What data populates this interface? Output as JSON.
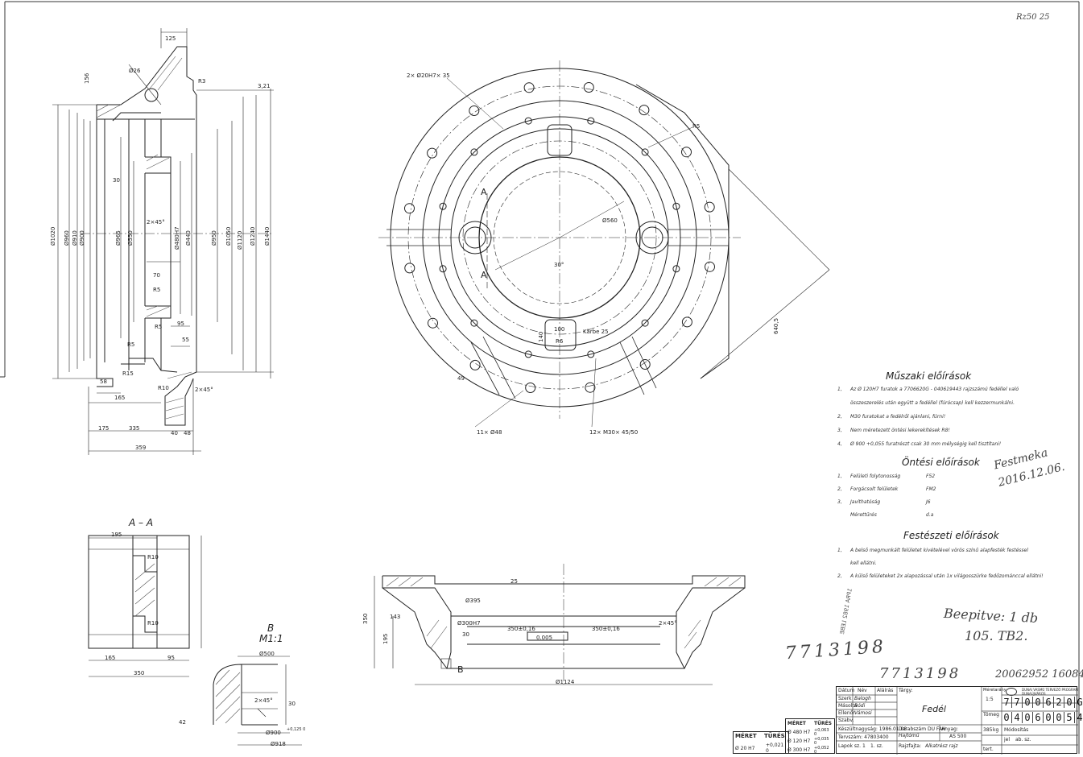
{
  "page": {
    "corner_ref": "Rz50  25",
    "handwritten_id_left": "7713198",
    "handwritten_id_right": "7713198",
    "handwritten_serial": "20062952 16084",
    "beepitve_note": "Beepitve: 1 db",
    "beepitve_note2": "105. TB2.",
    "festes_note": "Festmeka 2016.12.06.",
    "stamp_text": "1PRA 1982 LEBE"
  },
  "views": {
    "section_aa_title": "A – A",
    "detail_b_title": "B",
    "detail_b_scale": "M1:1",
    "cut_label_a": "A",
    "detail_marker_b": "B"
  },
  "dimensions": {
    "side": {
      "top_width": "125",
      "chamfer_r": "R3",
      "hole_d": "Ø26",
      "v_156": "156",
      "v_321": "3,21",
      "d1020": "Ø1020",
      "d960": "Ø960",
      "d910": "Ø910",
      "d900": "Ø900",
      "d805": "Ø965",
      "d550": "Ø550",
      "d480": "Ø480H7",
      "d440": "Ø440",
      "d950": "Ø950",
      "d1050": "Ø1050",
      "d1120": "Ø1120",
      "d1240": "Ø1240",
      "d1440": "Ø1440",
      "w30": "30",
      "cham": "2×45°",
      "w70": "70",
      "r5a": "R5",
      "r5b": "R5",
      "r5c": "R5",
      "w95": "95",
      "w55": "55",
      "r15": "R15",
      "w58": "58",
      "w165": "165",
      "r10": "R10",
      "cham2": "2×45°",
      "w175": "175",
      "w335": "335",
      "w40": "40",
      "w48": "48",
      "w359": "359"
    },
    "plan": {
      "holes_top": "2× Ø20H7× 35",
      "r5": "R5",
      "d560": "Ø560",
      "ang": "30°",
      "w100": "100",
      "r6": "R6",
      "karbe": "Kärbe 25",
      "v140": "140",
      "h49": "49",
      "holes_bottom_l": "11× Ø48",
      "holes_bottom_r": "12× M30× 45/50",
      "radial": "640,5"
    },
    "aa": {
      "w195": "195",
      "r10a": "R10",
      "r10b": "R10",
      "w165": "165",
      "w350": "350",
      "w95": "95"
    },
    "detail_b": {
      "d500": "Ø500",
      "cham": "2×45°",
      "w30": "30",
      "d900": "Ø900",
      "tol": "+0,125 0",
      "d918": "Ø918",
      "w42": "42"
    },
    "front": {
      "w25": "25",
      "d395": "Ø395",
      "tol1": "Ø300H7",
      "w350a": "350±0,16",
      "w350b": "350±0,16",
      "frame": "0.005",
      "v350": "350",
      "v195": "195",
      "w143": "143",
      "cham": "2×45°",
      "d1124": "Ø1124",
      "w30": "30"
    }
  },
  "notes": {
    "muszaki_title": "Műszaki előírások",
    "muszaki": [
      {
        "n": "1,",
        "t": "Az Ø 120H7 furatok a 7706620G - 040619443 rajzszámú fedéllel való"
      },
      {
        "n": "",
        "t": "összeszerelés után együtt a fedéllel (fúrócsap) kell kezzermunkálni."
      },
      {
        "n": "2,",
        "t": "M30 furatokat a fedélről ajánlani, fúrni!"
      },
      {
        "n": "3,",
        "t": "Nem méretezett öntési lekerekítések  R8!"
      },
      {
        "n": "4,",
        "t": "Ø 900 +0,055 furatrészt  csak 30 mm mélységig kell tisztítani!"
      }
    ],
    "ontesi_title": "Öntési előírások",
    "ontesi": [
      {
        "n": "1,",
        "t": "Felületi folytonosság",
        "v": "F52"
      },
      {
        "n": "2,",
        "t": "Forgácsolt felületek",
        "v": "FM2"
      },
      {
        "n": "3,",
        "t": "Javíthatóság",
        "v": "J6"
      },
      {
        "n": "",
        "t": "Mérettűrés",
        "v": "d.a"
      }
    ],
    "festeszeti_title": "Festészeti előírások",
    "festeszeti": [
      {
        "n": "1,",
        "t": "A belső megmunkált felületet kivételével vörös színű alapfesték festéssel"
      },
      {
        "n": "",
        "t": "kell ellátni."
      },
      {
        "n": "2,",
        "t": "A külső felületeket 2x alapozással után 1x világosszürke fedőzománccal ellátni!"
      }
    ]
  },
  "fit_table": {
    "left": {
      "h_meret": "MÉRET",
      "h_tures": "TŰRÉS",
      "c_meret": "Ø 20 H7",
      "c_tures_a": "+0,021",
      "c_tures_b": "0"
    },
    "right": {
      "h_meret": "MÉRET",
      "h_tures": "TŰRÉS",
      "r1_meret": "Ø 480 H7",
      "r1_tures_a": "+0,063",
      "r1_tures_b": "0",
      "r2_meret": "Ø 120 H7",
      "r2_tures_a": "+0,035",
      "r2_tures_b": "0",
      "r3_meret": "Ø 300 H7",
      "r3_tures_a": "+0,052",
      "r3_tures_b": "0"
    }
  },
  "title_block": {
    "dataum": "Dátum",
    "nev": "Név",
    "alairas": "Aláírás",
    "szerk": "Szerk",
    "szerk_name": "Balogh",
    "rajzolta": "Másolta",
    "rajzolta_name": "Bódi",
    "ellenorizte": "Ellenőr",
    "ellenorizte_name": "Vámosi",
    "szabvany": "Szabv.",
    "kesz_nagy": "Készültnagyság: 1986.01.08",
    "tervszam": "Tervszám: 47803400",
    "lapok": "Lapok sz.",
    "lapok_val": "1",
    "lap": "1. sz.",
    "targy_label": "Tárgy:",
    "targy": "Fedél",
    "tartalom": "Darabszám DU FAH",
    "anyag_label": "Anyag:",
    "anyag": "AS 500",
    "hajtomu": "Hajtómű",
    "rajz_label": "Rajzfajta:",
    "rajz": "Alkatrész rajz",
    "meretarany_label": "Méretarány",
    "meretarany": "1:5",
    "tomeg_label": "Tömeg",
    "tomeg": "385",
    "modositas": "Módosítás",
    "kg": "kg",
    "jel": "jel",
    "tert": "tert.",
    "ab": "ab. sz.",
    "company": "DUNAI VASMŰ TERVEZŐ PROGRAM",
    "company2": "DUNAÚJVÁROS",
    "num_row1": [
      "7",
      "7",
      "0",
      "0",
      "6",
      "2",
      "0",
      "G"
    ],
    "num_row2": [
      "0",
      "4",
      "0",
      "6",
      "0",
      "0",
      "5",
      "4"
    ]
  }
}
